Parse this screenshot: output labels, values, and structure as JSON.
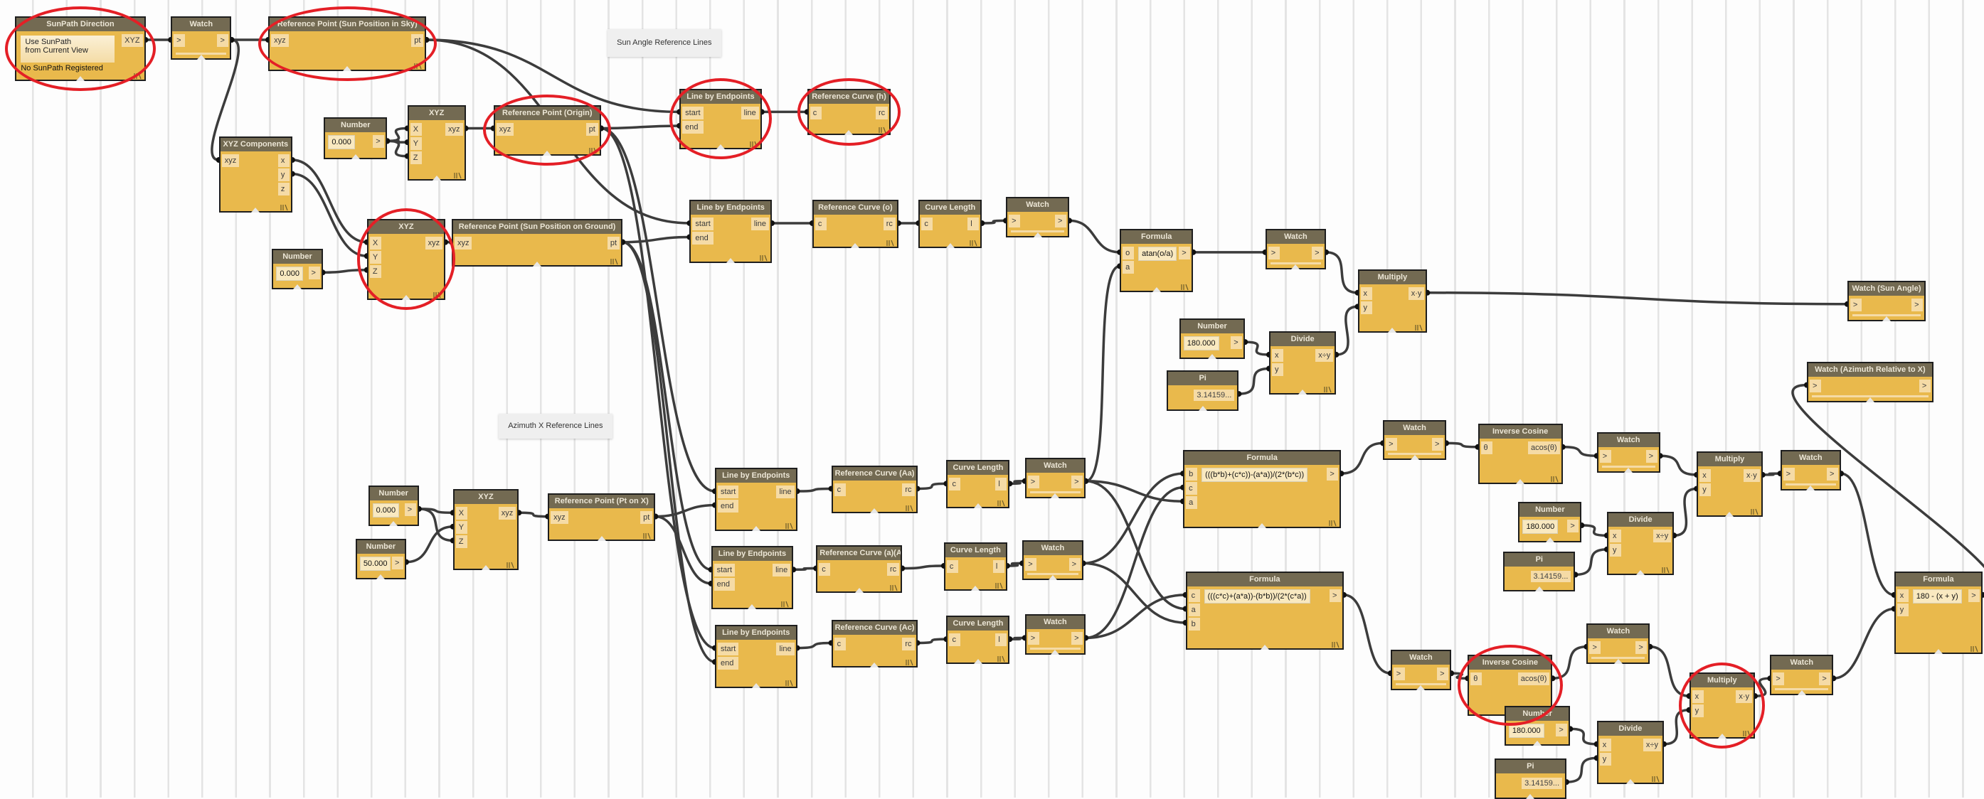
{
  "notes": [
    "Sun Angle Reference Lines",
    "Azimuth X Reference Lines"
  ],
  "colors": {
    "node_body": "#e9b94c",
    "node_header": "#736a52",
    "wire": "#3c3c3c",
    "highlight_ring": "#e41f26"
  },
  "nodes": [
    {
      "title": "SunPath Direction",
      "type": "sunpath",
      "button": "Use SunPath\nfrom Current View",
      "outputs": [
        "XYZ"
      ],
      "status": "No SunPath Registered"
    },
    {
      "title": "Watch",
      "type": "watch",
      "inputs": [
        ">"
      ],
      "outputs": [
        ">"
      ]
    },
    {
      "title": "Reference Point (Sun Position in Sky)",
      "type": "std",
      "inputs": [
        "xyz"
      ],
      "outputs": [
        "pt"
      ]
    },
    {
      "title": "Line by Endpoints",
      "type": "std",
      "inputs": [
        "start",
        "end"
      ],
      "outputs": [
        "line"
      ]
    },
    {
      "title": "Reference Curve (h)",
      "type": "std",
      "inputs": [
        "c"
      ],
      "outputs": [
        "rc"
      ]
    },
    {
      "title": "Number",
      "type": "number",
      "value": "0.000",
      "outputs": [
        ">"
      ]
    },
    {
      "title": "XYZ",
      "type": "std",
      "inputs": [
        "X",
        "Y",
        "Z"
      ],
      "outputs": [
        "xyz"
      ]
    },
    {
      "title": "Reference Point (Origin)",
      "type": "std",
      "inputs": [
        "xyz"
      ],
      "outputs": [
        "pt"
      ]
    },
    {
      "title": "XYZ Components",
      "type": "std",
      "inputs": [
        "xyz"
      ],
      "outputs": [
        "x",
        "y",
        "z"
      ]
    },
    {
      "title": "Line by Endpoints",
      "type": "std",
      "inputs": [
        "start",
        "end"
      ],
      "outputs": [
        "line"
      ]
    },
    {
      "title": "Reference Curve (o)",
      "type": "std",
      "inputs": [
        "c"
      ],
      "outputs": [
        "rc"
      ]
    },
    {
      "title": "Curve Length",
      "type": "std",
      "inputs": [
        "c"
      ],
      "outputs": [
        "l"
      ]
    },
    {
      "title": "Watch",
      "type": "watch",
      "inputs": [
        ">"
      ],
      "outputs": [
        ">"
      ]
    },
    {
      "title": "XYZ",
      "type": "std",
      "inputs": [
        "X",
        "Y",
        "Z"
      ],
      "outputs": [
        "xyz"
      ]
    },
    {
      "title": "Reference Point (Sun Position on Ground)",
      "type": "std",
      "inputs": [
        "xyz"
      ],
      "outputs": [
        "pt"
      ]
    },
    {
      "title": "Number",
      "type": "number",
      "value": "0.000",
      "outputs": [
        ">"
      ]
    },
    {
      "title": "Formula",
      "type": "formula",
      "inputs": [
        "o",
        "a"
      ],
      "value": "atan(o/a)",
      "outputs": [
        ">"
      ]
    },
    {
      "title": "Watch",
      "type": "watch",
      "inputs": [
        ">"
      ],
      "outputs": [
        ">"
      ]
    },
    {
      "title": "Multiply",
      "type": "std",
      "inputs": [
        "x",
        "y"
      ],
      "outputs": [
        "x·y"
      ]
    },
    {
      "title": "Watch (Sun Angle)",
      "type": "watch",
      "inputs": [
        ">"
      ],
      "outputs": [
        ">"
      ]
    },
    {
      "title": "Number",
      "type": "number",
      "value": "180.000",
      "outputs": [
        ">"
      ]
    },
    {
      "title": "Divide",
      "type": "std",
      "inputs": [
        "x",
        "y"
      ],
      "outputs": [
        "x÷y"
      ]
    },
    {
      "title": "Pi",
      "type": "pi",
      "value": "3.14159..."
    },
    {
      "title": "Watch (Azimuth Relative to X)",
      "type": "watch",
      "inputs": [
        ">"
      ],
      "outputs": [
        ">"
      ]
    },
    {
      "title": "Watch",
      "type": "watch",
      "inputs": [
        ">"
      ],
      "outputs": [
        ">"
      ]
    },
    {
      "title": "Inverse Cosine",
      "type": "std",
      "inputs": [
        "θ"
      ],
      "outputs": [
        "acos(θ)"
      ]
    },
    {
      "title": "Watch",
      "type": "watch",
      "inputs": [
        ">"
      ],
      "outputs": [
        ">"
      ]
    },
    {
      "title": "Formula",
      "type": "formula",
      "inputs": [
        "b",
        "c",
        "a"
      ],
      "value": "(((b*b)+(c*c))-(a*a))/(2*(b*c))",
      "outputs": [
        ">"
      ]
    },
    {
      "title": "Multiply",
      "type": "std",
      "inputs": [
        "x",
        "y"
      ],
      "outputs": [
        "x·y"
      ]
    },
    {
      "title": "Watch",
      "type": "watch",
      "inputs": [
        ">"
      ],
      "outputs": [
        ">"
      ]
    },
    {
      "title": "Number",
      "type": "number",
      "value": "0.000",
      "outputs": [
        ">"
      ]
    },
    {
      "title": "XYZ",
      "type": "std",
      "inputs": [
        "X",
        "Y",
        "Z"
      ],
      "outputs": [
        "xyz"
      ]
    },
    {
      "title": "Reference Point (Pt on X)",
      "type": "std",
      "inputs": [
        "xyz"
      ],
      "outputs": [
        "pt"
      ]
    },
    {
      "title": "Line by Endpoints",
      "type": "std",
      "inputs": [
        "start",
        "end"
      ],
      "outputs": [
        "line"
      ]
    },
    {
      "title": "Reference Curve (Aa)",
      "type": "std",
      "inputs": [
        "c"
      ],
      "outputs": [
        "rc"
      ]
    },
    {
      "title": "Curve Length",
      "type": "std",
      "inputs": [
        "c"
      ],
      "outputs": [
        "l"
      ]
    },
    {
      "title": "Watch",
      "type": "watch",
      "inputs": [
        ">"
      ],
      "outputs": [
        ">"
      ]
    },
    {
      "title": "Number",
      "type": "number",
      "value": "180.000",
      "outputs": [
        ">"
      ]
    },
    {
      "title": "Divide",
      "type": "std",
      "inputs": [
        "x",
        "y"
      ],
      "outputs": [
        "x÷y"
      ]
    },
    {
      "title": "Number",
      "type": "number",
      "value": "50.000",
      "outputs": [
        ">"
      ]
    },
    {
      "title": "Pi",
      "type": "pi",
      "value": "3.14159..."
    },
    {
      "title": "Line by Endpoints",
      "type": "std",
      "inputs": [
        "start",
        "end"
      ],
      "outputs": [
        "line"
      ]
    },
    {
      "title": "Reference Curve (a)(Ab)",
      "type": "std",
      "inputs": [
        "c"
      ],
      "outputs": [
        "rc"
      ]
    },
    {
      "title": "Curve Length",
      "type": "std",
      "inputs": [
        "c"
      ],
      "outputs": [
        "l"
      ]
    },
    {
      "title": "Watch",
      "type": "watch",
      "inputs": [
        ">"
      ],
      "outputs": [
        ">"
      ]
    },
    {
      "title": "Formula",
      "type": "formula",
      "inputs": [
        "c",
        "a",
        "b"
      ],
      "value": "(((c*c)+(a*a))-(b*b))/(2*(c*a))",
      "outputs": [
        ">"
      ]
    },
    {
      "title": "Formula",
      "type": "formula",
      "inputs": [
        "x",
        "y"
      ],
      "value": "180 - (x + y)",
      "outputs": [
        ">"
      ]
    },
    {
      "title": "Watch",
      "type": "watch",
      "inputs": [
        ">"
      ],
      "outputs": [
        ">"
      ]
    },
    {
      "title": "Inverse Cosine",
      "type": "std",
      "inputs": [
        "θ"
      ],
      "outputs": [
        "acos(θ)"
      ]
    },
    {
      "title": "Watch",
      "type": "watch",
      "inputs": [
        ">"
      ],
      "outputs": [
        ">"
      ]
    },
    {
      "title": "Multiply",
      "type": "std",
      "inputs": [
        "x",
        "y"
      ],
      "outputs": [
        "x·y"
      ]
    },
    {
      "title": "Watch",
      "type": "watch",
      "inputs": [
        ">"
      ],
      "outputs": [
        ">"
      ]
    },
    {
      "title": "Line by Endpoints",
      "type": "std",
      "inputs": [
        "start",
        "end"
      ],
      "outputs": [
        "line"
      ]
    },
    {
      "title": "Reference Curve (Ac)",
      "type": "std",
      "inputs": [
        "c"
      ],
      "outputs": [
        "rc"
      ]
    },
    {
      "title": "Curve Length",
      "type": "std",
      "inputs": [
        "c"
      ],
      "outputs": [
        "l"
      ]
    },
    {
      "title": "Watch",
      "type": "watch",
      "inputs": [
        ">"
      ],
      "outputs": [
        ">"
      ]
    },
    {
      "title": "Number",
      "type": "number",
      "value": "180.000",
      "outputs": [
        ">"
      ]
    },
    {
      "title": "Divide",
      "type": "std",
      "inputs": [
        "x",
        "y"
      ],
      "outputs": [
        "x÷y"
      ]
    },
    {
      "title": "Pi",
      "type": "pi",
      "value": "3.14159..."
    }
  ]
}
